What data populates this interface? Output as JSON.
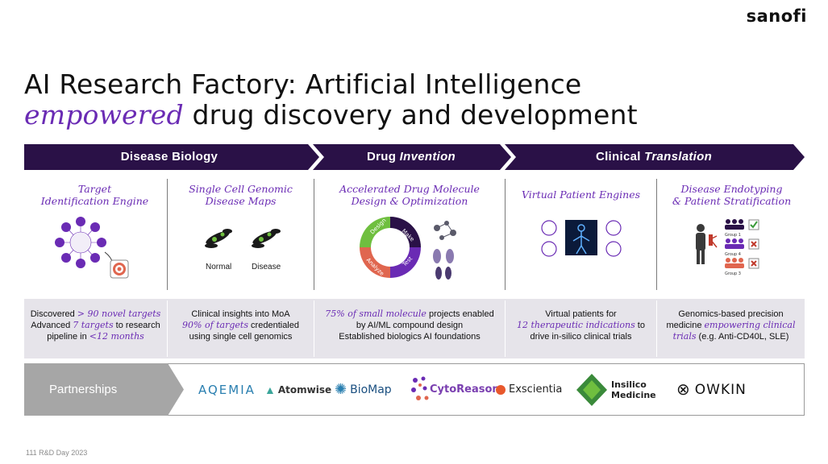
{
  "brand": "sanofi",
  "title": {
    "line1": "AI Research Factory: Artificial Intelligence",
    "line2_em": "empowered",
    "line2_rest": " drug discovery and development"
  },
  "banner": {
    "seg1": "Disease Biology",
    "seg2_a": "Drug ",
    "seg2_b": "Invention",
    "seg3_a": "Clinical ",
    "seg3_b": "Translation"
  },
  "columns": [
    {
      "title_l1": "Target",
      "title_l2": "Identification Engine"
    },
    {
      "title_l1": "Single Cell Genomic",
      "title_l2": "Disease Maps",
      "label_normal": "Normal",
      "label_disease": "Disease"
    },
    {
      "title_l1": "Accelerated Drug Molecule",
      "title_l2": "Design & Optimization",
      "ring": [
        "Design",
        "Make",
        "Test",
        "Analyze"
      ]
    },
    {
      "title_l1": "Virtual Patient Engines"
    },
    {
      "title_l1": "Disease Endotyping",
      "title_l2": "& Patient Stratification",
      "groups": [
        "Group 1",
        "Group 4",
        "Group 3"
      ]
    }
  ],
  "descriptions": [
    {
      "l1_a": "Discovered ",
      "l1_b": "> 90 novel targets",
      "l2_a": "Advanced ",
      "l2_b": "7 targets",
      "l2_c": " to research",
      "l3_a": "pipeline in ",
      "l3_b": "<12 months"
    },
    {
      "l1": "Clinical insights into MoA",
      "l2_a": "90% of targets",
      "l2_b": " credentialed",
      "l3": "using single cell genomics"
    },
    {
      "l1_a": "75% of small molecule",
      "l1_b": " projects enabled",
      "l2": "by AI/ML compound design",
      "l3": "Established biologics AI foundations"
    },
    {
      "l1": "Virtual patients for",
      "l2_a": "12 therapeutic indications",
      "l2_b": " to",
      "l3": "drive in-silico clinical trials"
    },
    {
      "l1": "Genomics-based precision",
      "l2_a": "medicine ",
      "l2_b": "empowering clinical",
      "l3_a": "trials",
      "l3_b": " (e.g. Anti-CD40L, SLE)"
    }
  ],
  "partnerships": {
    "label": "Partnerships",
    "logos": [
      "AQEMIA",
      "Atomwise",
      "BioMap",
      "CytoReason",
      "Exscientia",
      "Insilico",
      "Medicine",
      "OWKIN"
    ]
  },
  "footer": "111 R&D Day 2023",
  "colors": {
    "purple": "#6a2bb4",
    "navy": "#2a1147",
    "gray_band": "#e6e4ea",
    "chevron_gray": "#a6a6a6"
  }
}
